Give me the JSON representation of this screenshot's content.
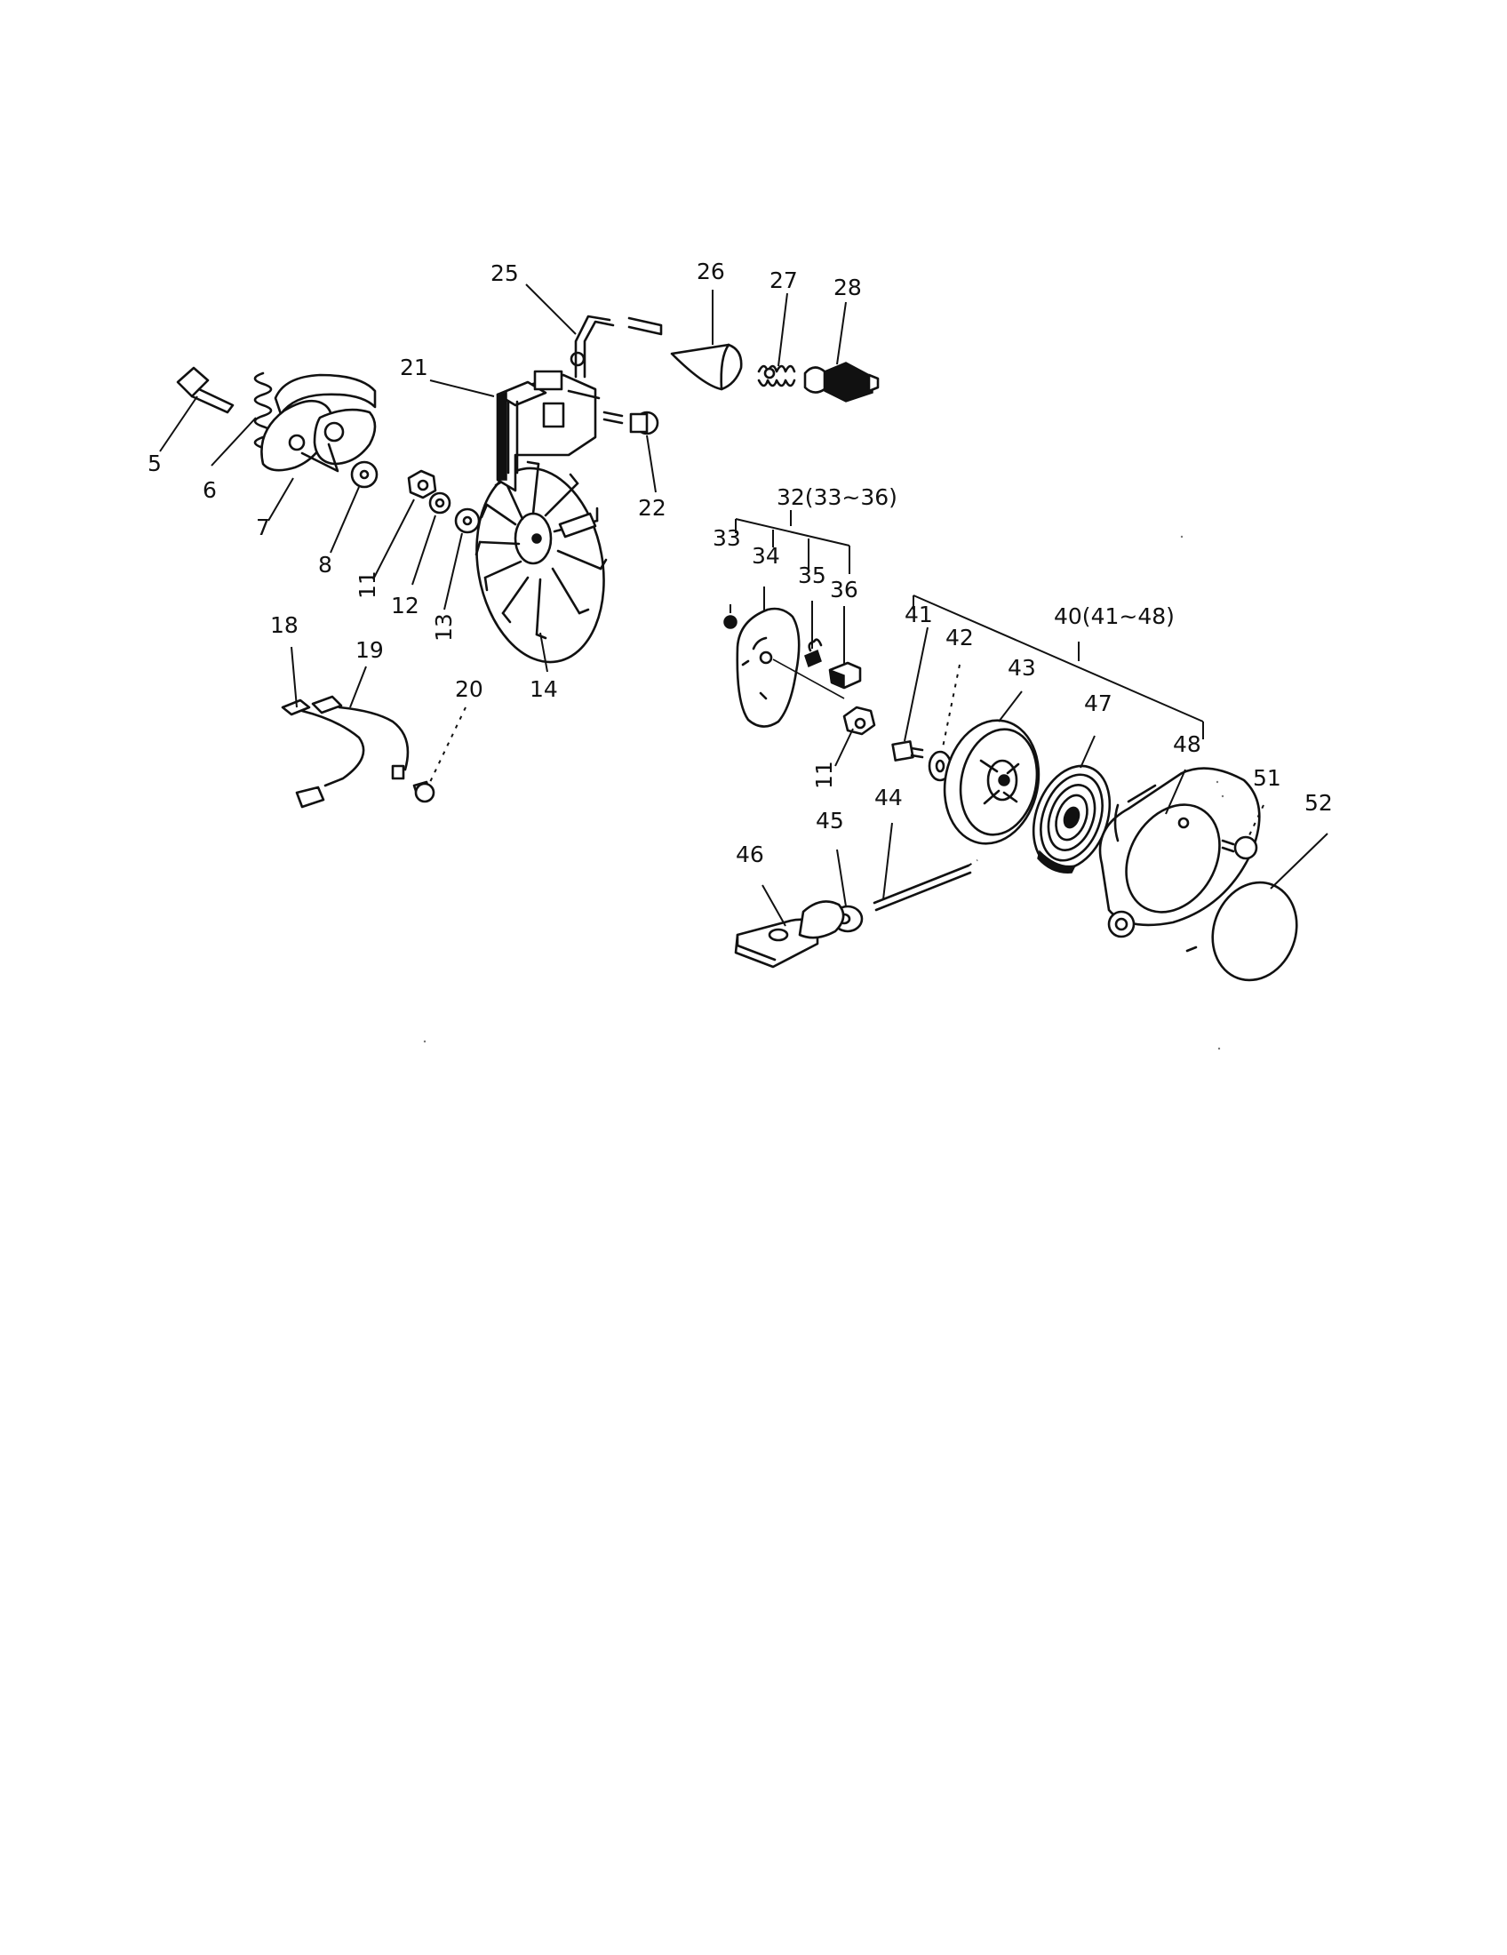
{
  "diagram": {
    "callouts": {
      "c5": "5",
      "c6": "6",
      "c7": "7",
      "c8": "8",
      "c11a": "11",
      "c12": "12",
      "c13": "13",
      "c14": "14",
      "c18": "18",
      "c19": "19",
      "c20": "20",
      "c21": "21",
      "c22": "22",
      "c25": "25",
      "c26": "26",
      "c27": "27",
      "c28": "28",
      "c32": "32(33~36)",
      "c33": "33",
      "c34": "34",
      "c35": "35",
      "c36": "36",
      "c11b": "11",
      "c40": "40(41~48)",
      "c41": "41",
      "c42": "42",
      "c43": "43",
      "c44": "44",
      "c45": "45",
      "c46": "46",
      "c47": "47",
      "c48": "48",
      "c51": "51",
      "c52": "52"
    }
  }
}
